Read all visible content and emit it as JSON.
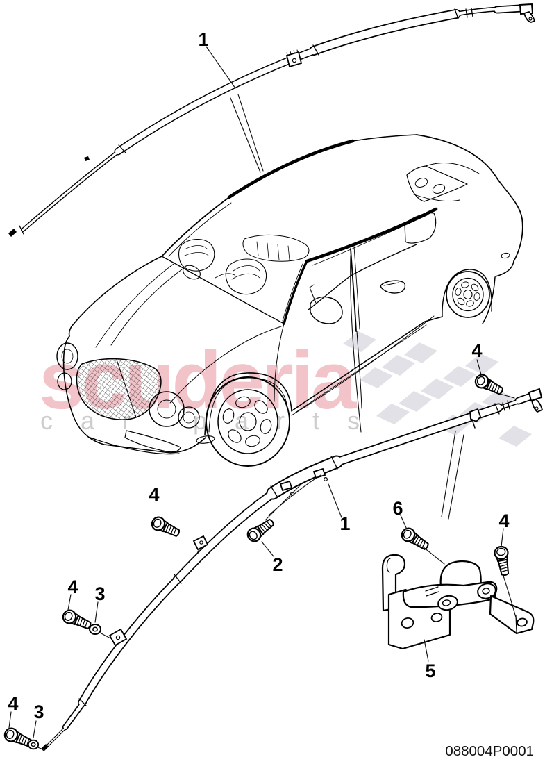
{
  "watermark": {
    "brand": "scuderia",
    "tagline": "car parts",
    "brand_color": "#f2c4ca",
    "tagline_color": "#cdcdcd",
    "flag_color": "#e1e1e7"
  },
  "part_number": "088004P0001",
  "callouts": {
    "c1a": "1",
    "c4a": "4",
    "c1b": "1",
    "c2": "2",
    "c4b": "4",
    "c6": "6",
    "c4c": "4",
    "c5": "5",
    "c4d": "4",
    "c3a": "3",
    "c4e": "4",
    "c3b": "3"
  },
  "line_color": "#000000"
}
